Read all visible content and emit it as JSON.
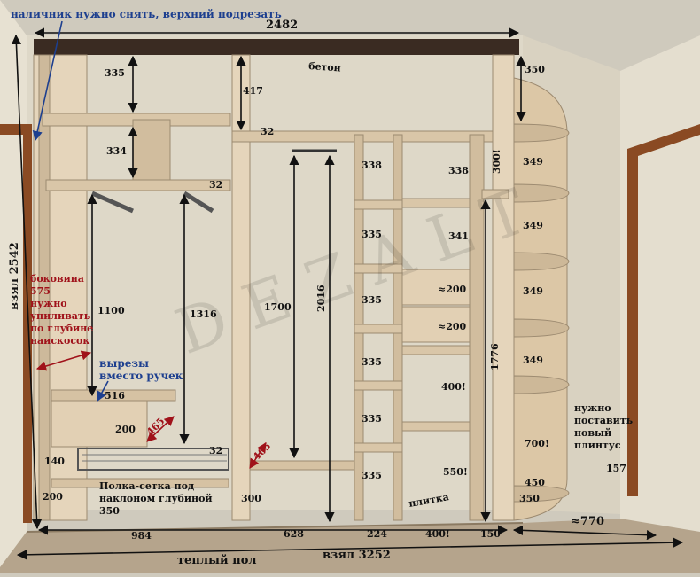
{
  "colors": {
    "panel": "#dccab2",
    "panel_edge": "#9c8a70",
    "wall": "#ded8c8",
    "floor": "#b5a48c",
    "dim_line": "#111111",
    "accent_blue": "#1d3f8f",
    "accent_red": "#a0121a"
  },
  "annotations": {
    "top_note": "наличник нужно снять, верхний подрезать",
    "beton": "бетон",
    "vzyal_height": "взял 2542",
    "vzyal_width": "взял 3252",
    "warm_floor": "теплый пол",
    "plitka": "плитка",
    "watermark": "DEZALT",
    "cutouts_line1": "вырезы",
    "cutouts_line2": "вместо ручек",
    "side_line1": "боковина",
    "side_line2": "575",
    "side_line3": "нужно",
    "side_line4": "упиливать",
    "side_line5": "по глубине",
    "side_line6": "наискосок",
    "plinth_line1": "нужно",
    "plinth_line2": "поставить",
    "plinth_line3": "новый",
    "plinth_line4": "плинтус",
    "shelf_line1": "Полка-сетка под",
    "shelf_line2": "наклоном глубиной",
    "shelf_line3": "350"
  },
  "dimensions": {
    "top_width": "2482",
    "d335a": "335",
    "d334": "334",
    "d32a": "32",
    "d1100": "1100",
    "d516": "516",
    "d200a": "200",
    "d465a": "465",
    "d140": "140",
    "d200b": "200",
    "d1316": "1316",
    "d32b": "32",
    "d417": "417",
    "d32c": "32",
    "d300a": "300",
    "d465b": "465",
    "d1700": "1700",
    "d2016": "2016",
    "c338a": "338",
    "c335a": "335",
    "c335b": "335",
    "c335c": "335",
    "c335d": "335",
    "c335e": "335",
    "r338": "338",
    "r341": "341",
    "r200a": "≈200",
    "r200b": "≈200",
    "r400": "400!",
    "r550": "550!",
    "r300": "300!",
    "r1776": "1776",
    "e350": "350",
    "e349a": "349",
    "e349b": "349",
    "e349c": "349",
    "e349d": "349",
    "e700": "700!",
    "e450": "450",
    "e350b": "350",
    "e157": "157",
    "b984": "984",
    "b628": "628",
    "b224": "224",
    "b400": "400!",
    "b150": "150",
    "b770": "≈770"
  }
}
